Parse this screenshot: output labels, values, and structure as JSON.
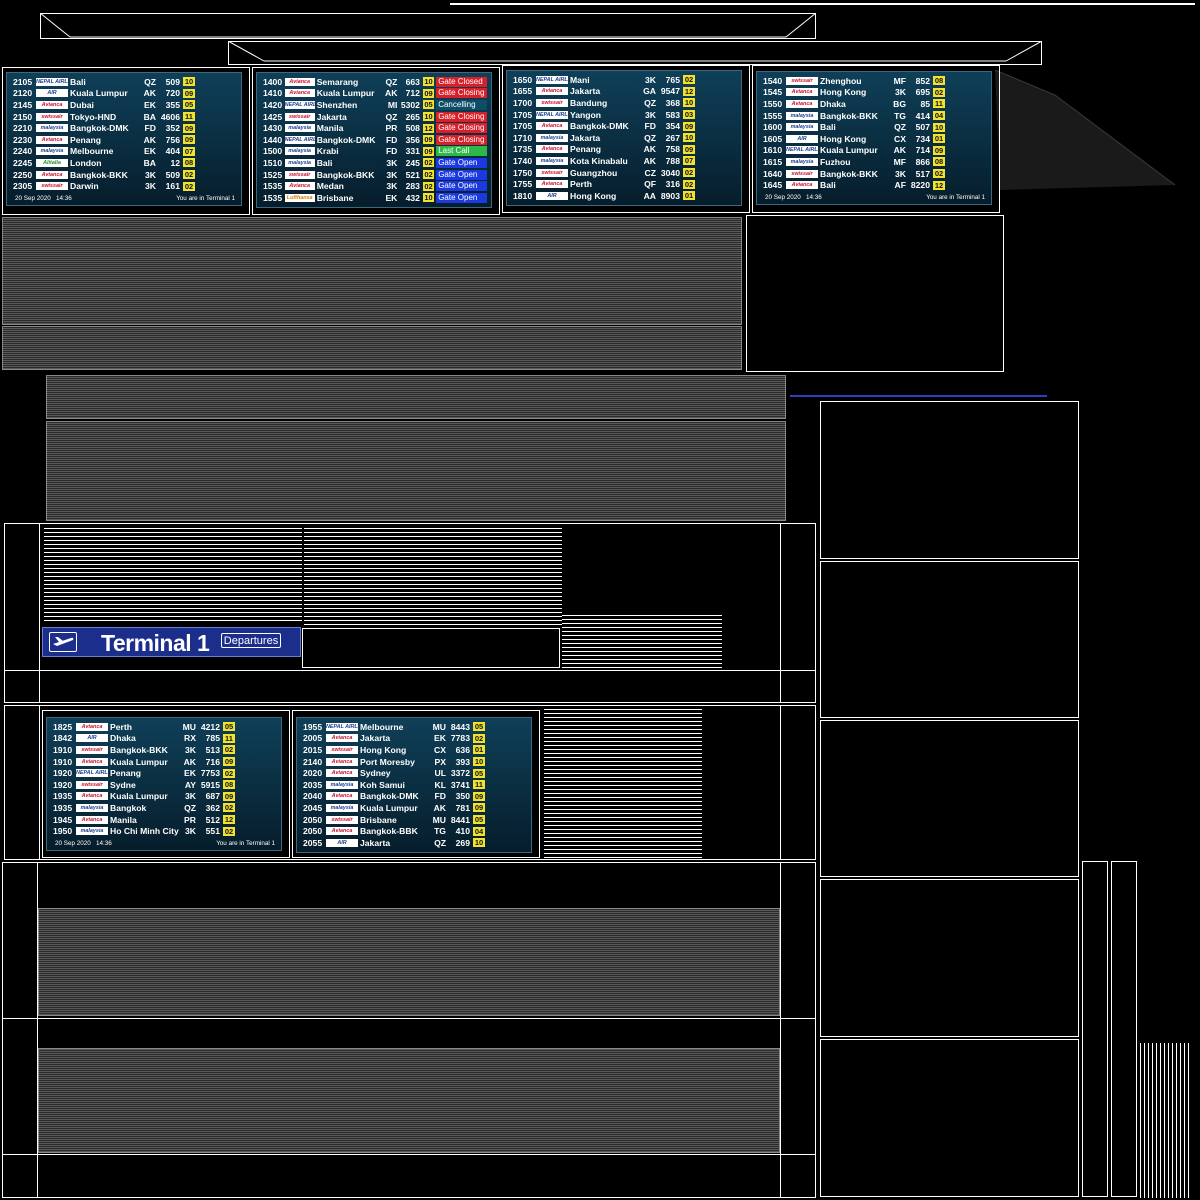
{
  "footer": {
    "date": "20 Sep 2020",
    "time": "14:36",
    "terminal_note": "You are in Terminal 1"
  },
  "banner": {
    "title": "Terminal 1",
    "subtitle": "Departures"
  },
  "colors": {
    "board_bg": "#0f3f58",
    "gate_yellow": "#f2e230",
    "closed_red": "#d8202a",
    "last_call_green": "#2fb84a",
    "open_blue": "#1a3ae0",
    "cancel_teal": "#0e4d66",
    "banner_blue": "#1c2e8c"
  },
  "boards": [
    {
      "footer": true,
      "status": false,
      "rows": [
        {
          "time": "2105",
          "airline_logo": "NEPAL AIRLINES",
          "dest": "Bali",
          "al": "QZ",
          "no": "509",
          "gate": "10"
        },
        {
          "time": "2120",
          "airline_logo": "AIR",
          "dest": "Kuala Lumpur",
          "al": "AK",
          "no": "720",
          "gate": "09"
        },
        {
          "time": "2145",
          "airline_logo": "Avianca",
          "dest": "Dubai",
          "al": "EK",
          "no": "355",
          "gate": "05"
        },
        {
          "time": "2150",
          "airline_logo": "swissair",
          "dest": "Tokyo-HND",
          "al": "BA",
          "no": "4606",
          "gate": "11"
        },
        {
          "time": "2210",
          "airline_logo": "malaysia",
          "dest": "Bangkok-DMK",
          "al": "FD",
          "no": "352",
          "gate": "09"
        },
        {
          "time": "2230",
          "airline_logo": "Avianca",
          "dest": "Penang",
          "al": "AK",
          "no": "756",
          "gate": "09"
        },
        {
          "time": "2240",
          "airline_logo": "malaysia",
          "dest": "Melbourne",
          "al": "EK",
          "no": "404",
          "gate": "07"
        },
        {
          "time": "2245",
          "airline_logo": "Alitalia",
          "dest": "London",
          "al": "BA",
          "no": "12",
          "gate": "08"
        },
        {
          "time": "2250",
          "airline_logo": "Avianca",
          "dest": "Bangkok-BKK",
          "al": "3K",
          "no": "509",
          "gate": "02"
        },
        {
          "time": "2305",
          "airline_logo": "swissair",
          "dest": "Darwin",
          "al": "3K",
          "no": "161",
          "gate": "02"
        }
      ]
    },
    {
      "footer": false,
      "status": true,
      "rows": [
        {
          "time": "1400",
          "airline_logo": "Avianca",
          "dest": "Semarang",
          "al": "QZ",
          "no": "663",
          "gate": "10",
          "status": "Gate Closed",
          "status_class": "closed"
        },
        {
          "time": "1410",
          "airline_logo": "Avianca",
          "dest": "Kuala Lumpur",
          "al": "AK",
          "no": "712",
          "gate": "09",
          "status": "Gate Closing",
          "status_class": "closing"
        },
        {
          "time": "1420",
          "airline_logo": "NEPAL AIRLINES",
          "dest": "Shenzhen",
          "al": "MI",
          "no": "5302",
          "gate": "05",
          "status": "Cancelling",
          "status_class": "cancel"
        },
        {
          "time": "1425",
          "airline_logo": "swissair",
          "dest": "Jakarta",
          "al": "QZ",
          "no": "265",
          "gate": "10",
          "status": "Gate Closing",
          "status_class": "closing"
        },
        {
          "time": "1430",
          "airline_logo": "malaysia",
          "dest": "Manila",
          "al": "PR",
          "no": "508",
          "gate": "12",
          "status": "Gate Closing",
          "status_class": "closing"
        },
        {
          "time": "1440",
          "airline_logo": "NEPAL AIRLINES",
          "dest": "Bangkok-DMK",
          "al": "FD",
          "no": "356",
          "gate": "09",
          "status": "Gate Closing",
          "status_class": "closing"
        },
        {
          "time": "1500",
          "airline_logo": "malaysia",
          "dest": "Krabi",
          "al": "FD",
          "no": "331",
          "gate": "09",
          "status": "Last Call",
          "status_class": "last"
        },
        {
          "time": "1510",
          "airline_logo": "malaysia",
          "dest": "Bali",
          "al": "3K",
          "no": "245",
          "gate": "02",
          "status": "Gate Open",
          "status_class": "open"
        },
        {
          "time": "1525",
          "airline_logo": "swissair",
          "dest": "Bangkok-BKK",
          "al": "3K",
          "no": "521",
          "gate": "02",
          "status": "Gate Open",
          "status_class": "open"
        },
        {
          "time": "1535",
          "airline_logo": "Avianca",
          "dest": "Medan",
          "al": "3K",
          "no": "283",
          "gate": "02",
          "status": "Gate Open",
          "status_class": "open"
        },
        {
          "time": "1535",
          "airline_logo": "Lufthansa",
          "dest": "Brisbane",
          "al": "EK",
          "no": "432",
          "gate": "10",
          "status": "Gate Open",
          "status_class": "open"
        }
      ]
    },
    {
      "footer": false,
      "status": false,
      "rows": [
        {
          "time": "1650",
          "airline_logo": "NEPAL AIRLINES",
          "dest": "Mani",
          "al": "3K",
          "no": "765",
          "gate": "02"
        },
        {
          "time": "1655",
          "airline_logo": "Avianca",
          "dest": "Jakarta",
          "al": "GA",
          "no": "9547",
          "gate": "12"
        },
        {
          "time": "1700",
          "airline_logo": "swissair",
          "dest": "Bandung",
          "al": "QZ",
          "no": "368",
          "gate": "10"
        },
        {
          "time": "1705",
          "airline_logo": "NEPAL AIRLINES",
          "dest": "Yangon",
          "al": "3K",
          "no": "583",
          "gate": "03"
        },
        {
          "time": "1705",
          "airline_logo": "Avianca",
          "dest": "Bangkok-DMK",
          "al": "FD",
          "no": "354",
          "gate": "09"
        },
        {
          "time": "1710",
          "airline_logo": "malaysia",
          "dest": "Jakarta",
          "al": "QZ",
          "no": "267",
          "gate": "10"
        },
        {
          "time": "1735",
          "airline_logo": "Avianca",
          "dest": "Penang",
          "al": "AK",
          "no": "758",
          "gate": "09"
        },
        {
          "time": "1740",
          "airline_logo": "malaysia",
          "dest": "Kota Kinabalu",
          "al": "AK",
          "no": "788",
          "gate": "07"
        },
        {
          "time": "1750",
          "airline_logo": "swissair",
          "dest": "Guangzhou",
          "al": "CZ",
          "no": "3040",
          "gate": "02"
        },
        {
          "time": "1755",
          "airline_logo": "Avianca",
          "dest": "Perth",
          "al": "QF",
          "no": "316",
          "gate": "02"
        },
        {
          "time": "1810",
          "airline_logo": "AIR",
          "dest": "Hong Kong",
          "al": "AA",
          "no": "8903",
          "gate": "01"
        }
      ]
    },
    {
      "footer": true,
      "status": false,
      "rows": [
        {
          "time": "1540",
          "airline_logo": "swissair",
          "dest": "Zhenghou",
          "al": "MF",
          "no": "852",
          "gate": "08"
        },
        {
          "time": "1545",
          "airline_logo": "Avianca",
          "dest": "Hong Kong",
          "al": "3K",
          "no": "695",
          "gate": "02"
        },
        {
          "time": "1550",
          "airline_logo": "Avianca",
          "dest": "Dhaka",
          "al": "BG",
          "no": "85",
          "gate": "11"
        },
        {
          "time": "1555",
          "airline_logo": "malaysia",
          "dest": "Bangkok-BKK",
          "al": "TG",
          "no": "414",
          "gate": "04"
        },
        {
          "time": "1600",
          "airline_logo": "malaysia",
          "dest": "Bali",
          "al": "QZ",
          "no": "507",
          "gate": "10"
        },
        {
          "time": "1605",
          "airline_logo": "AIR",
          "dest": "Hong Kong",
          "al": "CX",
          "no": "734",
          "gate": "01"
        },
        {
          "time": "1610",
          "airline_logo": "NEPAL AIRLINES",
          "dest": "Kuala Lumpur",
          "al": "AK",
          "no": "714",
          "gate": "09"
        },
        {
          "time": "1615",
          "airline_logo": "malaysia",
          "dest": "Fuzhou",
          "al": "MF",
          "no": "866",
          "gate": "08"
        },
        {
          "time": "1640",
          "airline_logo": "swissair",
          "dest": "Bangkok-BKK",
          "al": "3K",
          "no": "517",
          "gate": "02"
        },
        {
          "time": "1645",
          "airline_logo": "Avianca",
          "dest": "Bali",
          "al": "AF",
          "no": "8220",
          "gate": "12"
        }
      ]
    },
    {
      "footer": true,
      "status": false,
      "rows": [
        {
          "time": "1825",
          "airline_logo": "Avianca",
          "dest": "Perth",
          "al": "MU",
          "no": "4212",
          "gate": "05"
        },
        {
          "time": "1842",
          "airline_logo": "AIR",
          "dest": "Dhaka",
          "al": "RX",
          "no": "785",
          "gate": "11"
        },
        {
          "time": "1910",
          "airline_logo": "swissair",
          "dest": "Bangkok-BKK",
          "al": "3K",
          "no": "513",
          "gate": "02"
        },
        {
          "time": "1910",
          "airline_logo": "Avianca",
          "dest": "Kuala Lumpur",
          "al": "AK",
          "no": "716",
          "gate": "09"
        },
        {
          "time": "1920",
          "airline_logo": "NEPAL AIRLINES",
          "dest": "Penang",
          "al": "EK",
          "no": "7753",
          "gate": "02"
        },
        {
          "time": "1920",
          "airline_logo": "swissair",
          "dest": "Sydne",
          "al": "AY",
          "no": "5915",
          "gate": "08"
        },
        {
          "time": "1935",
          "airline_logo": "Avianca",
          "dest": "Kuala Lumpur",
          "al": "3K",
          "no": "687",
          "gate": "09"
        },
        {
          "time": "1935",
          "airline_logo": "malaysia",
          "dest": "Bangkok",
          "al": "QZ",
          "no": "362",
          "gate": "02"
        },
        {
          "time": "1945",
          "airline_logo": "Avianca",
          "dest": "Manila",
          "al": "PR",
          "no": "512",
          "gate": "12"
        },
        {
          "time": "1950",
          "airline_logo": "malaysia",
          "dest": "Ho Chi Minh City",
          "al": "3K",
          "no": "551",
          "gate": "02"
        }
      ]
    },
    {
      "footer": false,
      "status": false,
      "rows": [
        {
          "time": "1955",
          "airline_logo": "NEPAL AIRLINES",
          "dest": "Melbourne",
          "al": "MU",
          "no": "8443",
          "gate": "05"
        },
        {
          "time": "2005",
          "airline_logo": "Avianca",
          "dest": "Jakarta",
          "al": "EK",
          "no": "7783",
          "gate": "02"
        },
        {
          "time": "2015",
          "airline_logo": "swissair",
          "dest": "Hong Kong",
          "al": "CX",
          "no": "636",
          "gate": "01"
        },
        {
          "time": "2140",
          "airline_logo": "Avianca",
          "dest": "Port Moresby",
          "al": "PX",
          "no": "393",
          "gate": "10"
        },
        {
          "time": "2020",
          "airline_logo": "Avianca",
          "dest": "Sydney",
          "al": "UL",
          "no": "3372",
          "gate": "05"
        },
        {
          "time": "2035",
          "airline_logo": "malaysia",
          "dest": "Koh Samui",
          "al": "KL",
          "no": "3741",
          "gate": "11"
        },
        {
          "time": "2040",
          "airline_logo": "Avianca",
          "dest": "Bangkok-DMK",
          "al": "FD",
          "no": "350",
          "gate": "09"
        },
        {
          "time": "2045",
          "airline_logo": "malaysia",
          "dest": "Kuala Lumpur",
          "al": "AK",
          "no": "781",
          "gate": "09"
        },
        {
          "time": "2050",
          "airline_logo": "swissair",
          "dest": "Brisbane",
          "al": "MU",
          "no": "8441",
          "gate": "05"
        },
        {
          "time": "2050",
          "airline_logo": "Avianca",
          "dest": "Bangkok-BBK",
          "al": "TG",
          "no": "410",
          "gate": "04"
        },
        {
          "time": "2055",
          "airline_logo": "AIR",
          "dest": "Jakarta",
          "al": "QZ",
          "no": "269",
          "gate": "10"
        }
      ]
    }
  ]
}
